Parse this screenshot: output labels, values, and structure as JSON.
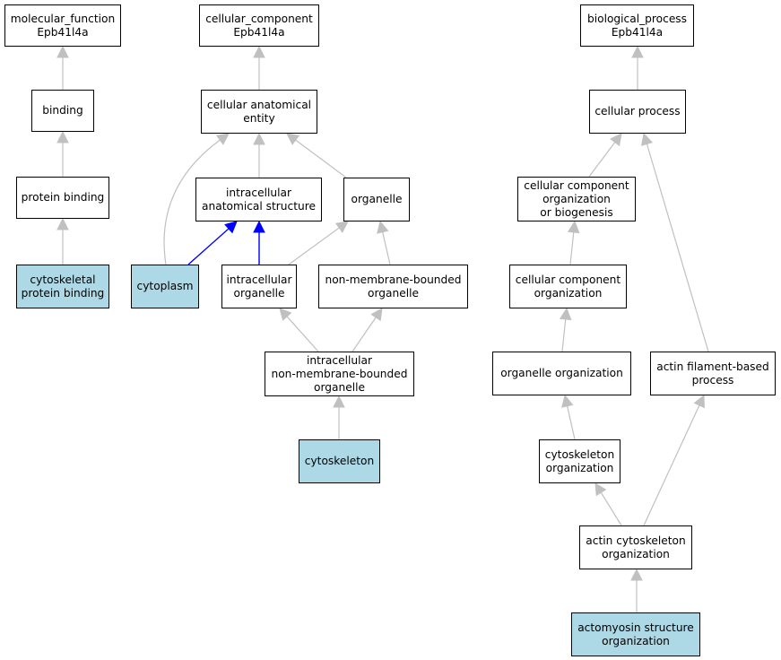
{
  "colors": {
    "highlight_fill": "#add8e6",
    "edge_gray": "#c0c0c0",
    "edge_blue": "#0000ff",
    "border": "#000000"
  },
  "nodes": {
    "mf_root": "molecular_function\nEpb41l4a",
    "binding": "binding",
    "protein_binding": "protein binding",
    "cytoskeletal_protein_binding": "cytoskeletal\nprotein binding",
    "cc_root": "cellular_component\nEpb41l4a",
    "cellular_anatomical_entity": "cellular anatomical\nentity",
    "intracellular_anatomical_structure": "intracellular\nanatomical structure",
    "organelle": "organelle",
    "cytoplasm": "cytoplasm",
    "intracellular_organelle": "intracellular\norganelle",
    "non_membrane_bounded_organelle": "non-membrane-bounded\norganelle",
    "intracellular_nmb_organelle": "intracellular\nnon-membrane-bounded\norganelle",
    "cytoskeleton": "cytoskeleton",
    "bp_root": "biological_process\nEpb41l4a",
    "cellular_process": "cellular process",
    "ccob": "cellular component\norganization\nor biogenesis",
    "cco": "cellular component\norganization",
    "organelle_organization": "organelle organization",
    "actin_filament_based_process": "actin filament-based\nprocess",
    "cytoskeleton_organization": "cytoskeleton\norganization",
    "actin_cytoskeleton_organization": "actin cytoskeleton\norganization",
    "actomyosin_structure_organization": "actomyosin structure\norganization"
  },
  "highlighted": [
    "cytoskeletal_protein_binding",
    "cytoplasm",
    "cytoskeleton",
    "actomyosin_structure_organization"
  ],
  "edges": [
    {
      "from": "binding",
      "to": "mf_root",
      "kind": "is_a"
    },
    {
      "from": "protein_binding",
      "to": "binding",
      "kind": "is_a"
    },
    {
      "from": "cytoskeletal_protein_binding",
      "to": "protein_binding",
      "kind": "is_a"
    },
    {
      "from": "cellular_anatomical_entity",
      "to": "cc_root",
      "kind": "is_a"
    },
    {
      "from": "intracellular_anatomical_structure",
      "to": "cellular_anatomical_entity",
      "kind": "is_a"
    },
    {
      "from": "organelle",
      "to": "cellular_anatomical_entity",
      "kind": "is_a"
    },
    {
      "from": "cytoplasm",
      "to": "cellular_anatomical_entity",
      "kind": "is_a"
    },
    {
      "from": "cytoplasm",
      "to": "intracellular_anatomical_structure",
      "kind": "part_of"
    },
    {
      "from": "intracellular_organelle",
      "to": "intracellular_anatomical_structure",
      "kind": "part_of"
    },
    {
      "from": "intracellular_organelle",
      "to": "organelle",
      "kind": "is_a"
    },
    {
      "from": "non_membrane_bounded_organelle",
      "to": "organelle",
      "kind": "is_a"
    },
    {
      "from": "intracellular_nmb_organelle",
      "to": "intracellular_organelle",
      "kind": "is_a"
    },
    {
      "from": "intracellular_nmb_organelle",
      "to": "non_membrane_bounded_organelle",
      "kind": "is_a"
    },
    {
      "from": "cytoskeleton",
      "to": "intracellular_nmb_organelle",
      "kind": "is_a"
    },
    {
      "from": "cellular_process",
      "to": "bp_root",
      "kind": "is_a"
    },
    {
      "from": "ccob",
      "to": "cellular_process",
      "kind": "is_a"
    },
    {
      "from": "actin_filament_based_process",
      "to": "cellular_process",
      "kind": "is_a"
    },
    {
      "from": "cco",
      "to": "ccob",
      "kind": "is_a"
    },
    {
      "from": "organelle_organization",
      "to": "cco",
      "kind": "is_a"
    },
    {
      "from": "cytoskeleton_organization",
      "to": "organelle_organization",
      "kind": "is_a"
    },
    {
      "from": "actin_cytoskeleton_organization",
      "to": "cytoskeleton_organization",
      "kind": "is_a"
    },
    {
      "from": "actin_cytoskeleton_organization",
      "to": "actin_filament_based_process",
      "kind": "is_a"
    },
    {
      "from": "actomyosin_structure_organization",
      "to": "actin_cytoskeleton_organization",
      "kind": "is_a"
    }
  ]
}
